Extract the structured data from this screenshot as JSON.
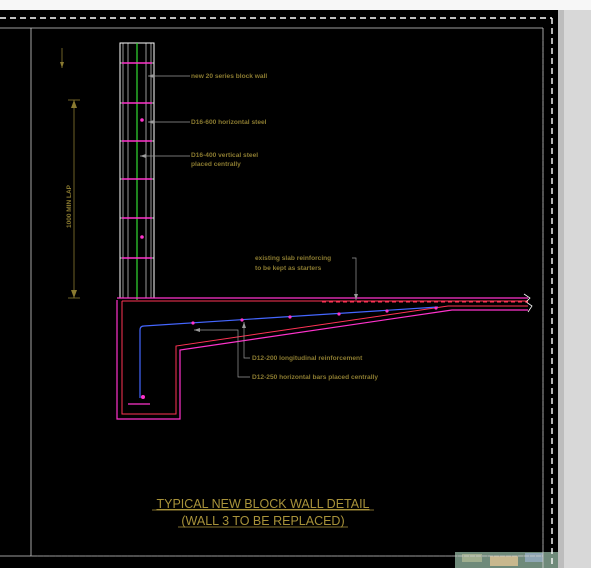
{
  "colors": {
    "background": "#000000",
    "annotation": "#8a7a30",
    "title": "#a8923a",
    "block": "#ffffff",
    "reinforcement_magenta": "#ff33cc",
    "steel_green": "#33dd33",
    "slab_red": "#ff3355",
    "longitudinal_blue": "#4466ff",
    "leader": "#9a9a9a"
  },
  "annotations": {
    "block_wall": "new 20 series block wall",
    "horizontal_steel": "D16-600 horizontal steel",
    "vertical_steel_line1": "D16-400 vertical steel",
    "vertical_steel_line2": "placed centrally",
    "existing_slab_line1": "existing slab reinforcing",
    "existing_slab_line2": "to be kept as starters",
    "longitudinal": "D12-200 longitudinal reinforcement",
    "horizontal_bars": "D12-250 horizontal bars placed centrally",
    "lap": "1000 MIN LAP"
  },
  "title": {
    "line1": "TYPICAL NEW BLOCK WALL DETAIL",
    "line2": "(WALL 3 TO BE REPLACED)"
  }
}
